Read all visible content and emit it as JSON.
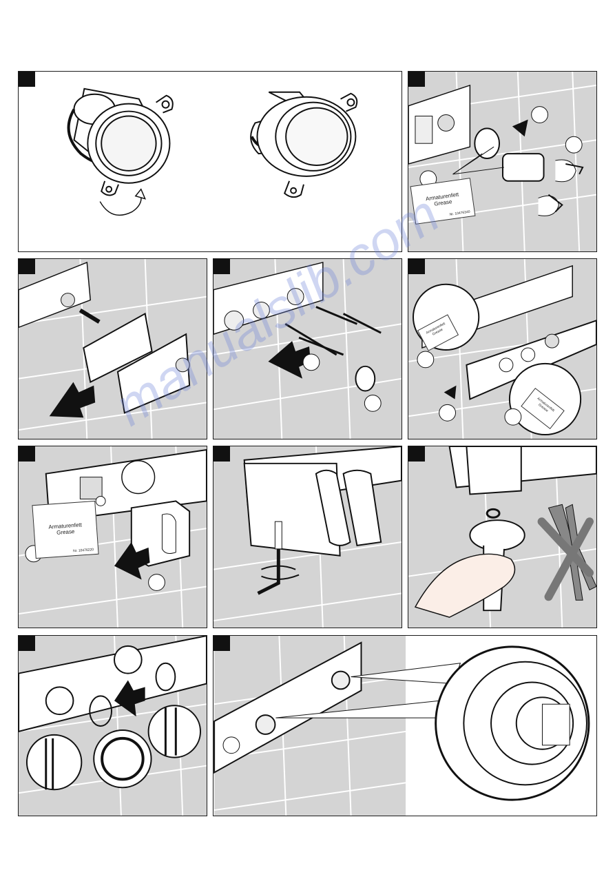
{
  "panels": [
    {
      "id": "p1",
      "kind": "two-cartridge-views"
    },
    {
      "id": "p2",
      "kind": "grease-and-screw",
      "label": {
        "line1": "Armaturenfett",
        "line2": "Grease",
        "nr": "Nr. 10476340"
      }
    },
    {
      "id": "p3",
      "kind": "mount-plate"
    },
    {
      "id": "p4",
      "kind": "long-screws"
    },
    {
      "id": "p5",
      "kind": "cover-with-zoom",
      "label": {
        "line1": "Armaturenfett",
        "line2": "Grease"
      }
    },
    {
      "id": "p6",
      "kind": "grease-outlet",
      "label": {
        "line1": "Armaturenfett",
        "line2": "Grease",
        "nr": "Nr. 10476220"
      }
    },
    {
      "id": "p7",
      "kind": "allen-key-holder"
    },
    {
      "id": "p8",
      "kind": "wrench-no-pliers"
    },
    {
      "id": "p9",
      "kind": "o-rings-details"
    },
    {
      "id": "p10",
      "kind": "cartridge-zoom"
    }
  ],
  "colors": {
    "frame": "#1a1a1a",
    "panel_bg": "#d4d4d4",
    "tile_line": "#ffffff",
    "fixture": "#ffffff",
    "forbidden": "#777777"
  },
  "icons": [
    "step-tab-icon",
    "arrow-icon",
    "rotate-arrow-icon",
    "magnifier-callout-icon",
    "cross-icon"
  ],
  "watermark": "manualslib.com"
}
